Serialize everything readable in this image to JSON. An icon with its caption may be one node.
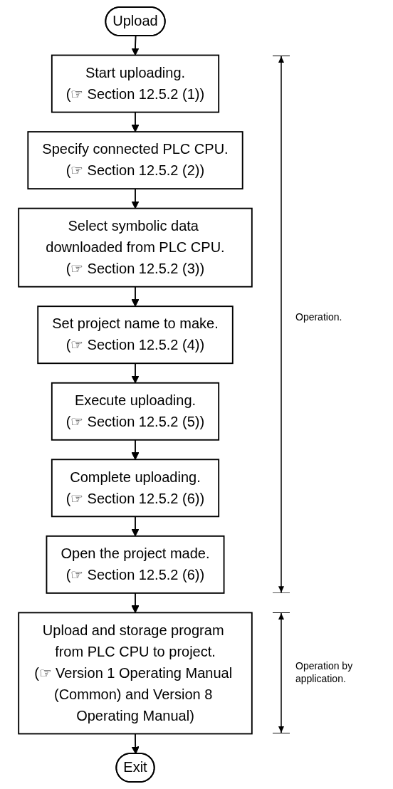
{
  "diagram": {
    "nodes": [
      {
        "text": [
          "Upload"
        ]
      },
      {
        "text": [
          "Start uploading.",
          "(☞ Section 12.5.2 (1))"
        ]
      },
      {
        "text": [
          "Specify connected PLC CPU.",
          "(☞ Section 12.5.2 (2))"
        ]
      },
      {
        "text": [
          "Select symbolic data downloaded from PLC CPU.",
          "(☞ Section 12.5.2 (3))"
        ]
      },
      {
        "text": [
          "Set project name to make.",
          "(☞ Section 12.5.2 (4))"
        ]
      },
      {
        "text": [
          "Execute uploading.",
          "(☞ Section 12.5.2 (5))"
        ]
      },
      {
        "text": [
          "Complete uploading.",
          "(☞ Section 12.5.2 (6))"
        ]
      },
      {
        "text": [
          "Open the project made.",
          "(☞ Section 12.5.2 (6))"
        ]
      },
      {
        "text": [
          "Upload and storage program from PLC CPU to project.",
          "(☞ Version 1 Operating Manual (Common) and Version 8 Operating Manual)"
        ]
      },
      {
        "text": [
          "Exit"
        ]
      }
    ],
    "edges": [
      {
        "from": 0,
        "to": 1,
        "arrow": "to"
      },
      {
        "from": 1,
        "to": 2,
        "arrow": "to"
      },
      {
        "from": 2,
        "to": 3,
        "arrow": "to"
      },
      {
        "from": 3,
        "to": 4,
        "arrow": "to"
      },
      {
        "from": 4,
        "to": 5,
        "arrow": "to"
      },
      {
        "from": 5,
        "to": 6,
        "arrow": "to"
      },
      {
        "from": 6,
        "to": 7,
        "arrow": "to"
      },
      {
        "from": 7,
        "to": 8,
        "arrow": "to"
      },
      {
        "from": 8,
        "to": 9,
        "arrow": "to"
      }
    ],
    "labels": [
      "Operation.",
      "Operation by application."
    ]
  }
}
